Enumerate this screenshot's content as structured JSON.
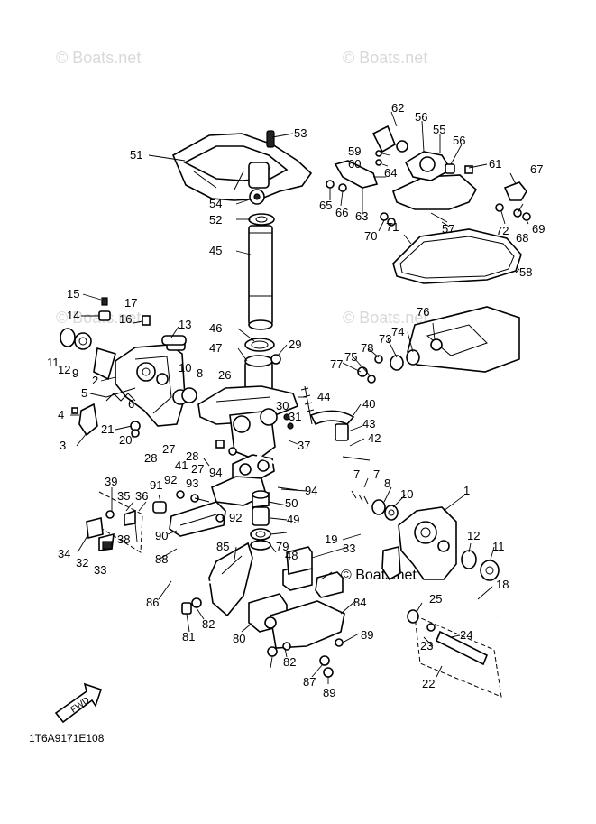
{
  "watermarks": [
    "© Boats.net",
    "© Boats.net",
    "© Boats.net",
    "© Boats.net"
  ],
  "bottom_watermark": "© Boats.net",
  "fwd_label": "FWD",
  "diagram_code": "1T6A9171E108",
  "callouts": [
    "1",
    "2",
    "3",
    "4",
    "5",
    "6",
    "7",
    "7",
    "8",
    "8",
    "9",
    "10",
    "10",
    "11",
    "11",
    "12",
    "12",
    "13",
    "14",
    "15",
    "16",
    "17",
    "18",
    "19",
    "20",
    "21",
    "22",
    "23",
    "24",
    "25",
    "26",
    "27",
    "27",
    "28",
    "28",
    "29",
    "30",
    "31",
    "32",
    "33",
    "34",
    "35",
    "36",
    "37",
    "38",
    "39",
    "40",
    "41",
    "42",
    "43",
    "44",
    "45",
    "46",
    "47",
    "48",
    "49",
    "50",
    "51",
    "52",
    "53",
    "54",
    "55",
    "56",
    "56",
    "57",
    "58",
    "59",
    "60",
    "61",
    "62",
    "63",
    "64",
    "65",
    "66",
    "67",
    "68",
    "69",
    "70",
    "71",
    "72",
    "73",
    "74",
    "75",
    "76",
    "77",
    "78",
    "79",
    "80",
    "81",
    "82",
    "82",
    "83",
    "84",
    "85",
    "86",
    "87",
    "88",
    "89",
    "89",
    "90",
    "91",
    "92",
    "92",
    "93",
    "94",
    "94"
  ]
}
